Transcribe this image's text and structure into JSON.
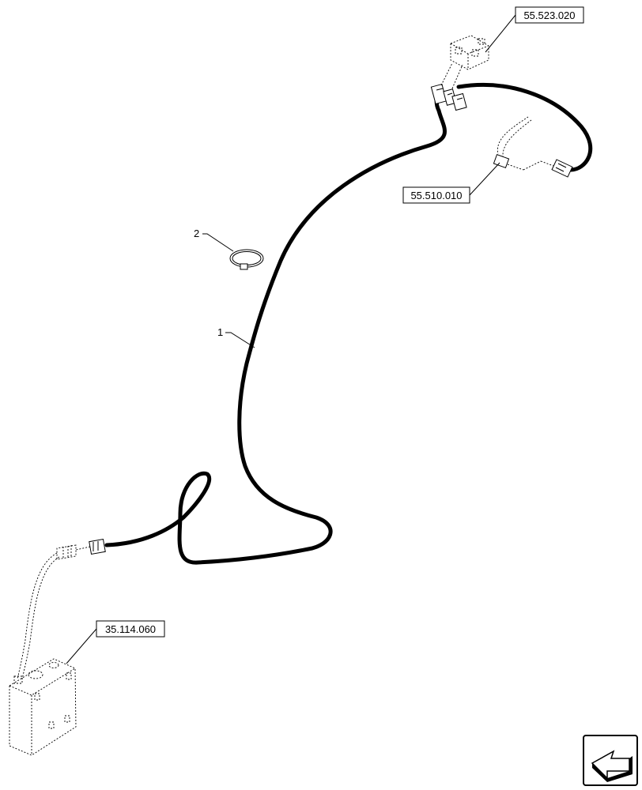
{
  "references": {
    "top": "55.523.020",
    "right": "55.510.010",
    "bottom": "35.114.060"
  },
  "callouts": {
    "harness": "1",
    "cable_tie": "2"
  }
}
